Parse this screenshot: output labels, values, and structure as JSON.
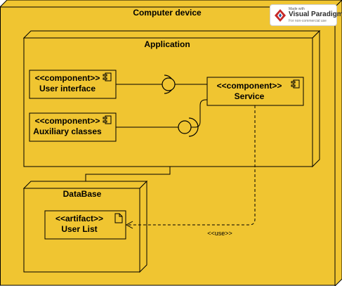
{
  "colors": {
    "fill": "#f0c531",
    "stroke": "#000000"
  },
  "diagram": {
    "computer_device": "Computer device",
    "application": "Application",
    "user_interface": {
      "stereotype": "<<component>>",
      "name": "User interface"
    },
    "auxiliary_classes": {
      "stereotype": "<<component>>",
      "name": "Auxiliary classes"
    },
    "service": {
      "stereotype": "<<component>>",
      "name": "Service"
    },
    "database": "DataBase",
    "user_list": {
      "stereotype": "<<artifact>>",
      "name": "User List"
    },
    "dependency_label": "<<use>>"
  },
  "badge": {
    "made_with": "Made with",
    "brand": "Visual Paradigm",
    "note": "For non-commercial use"
  }
}
